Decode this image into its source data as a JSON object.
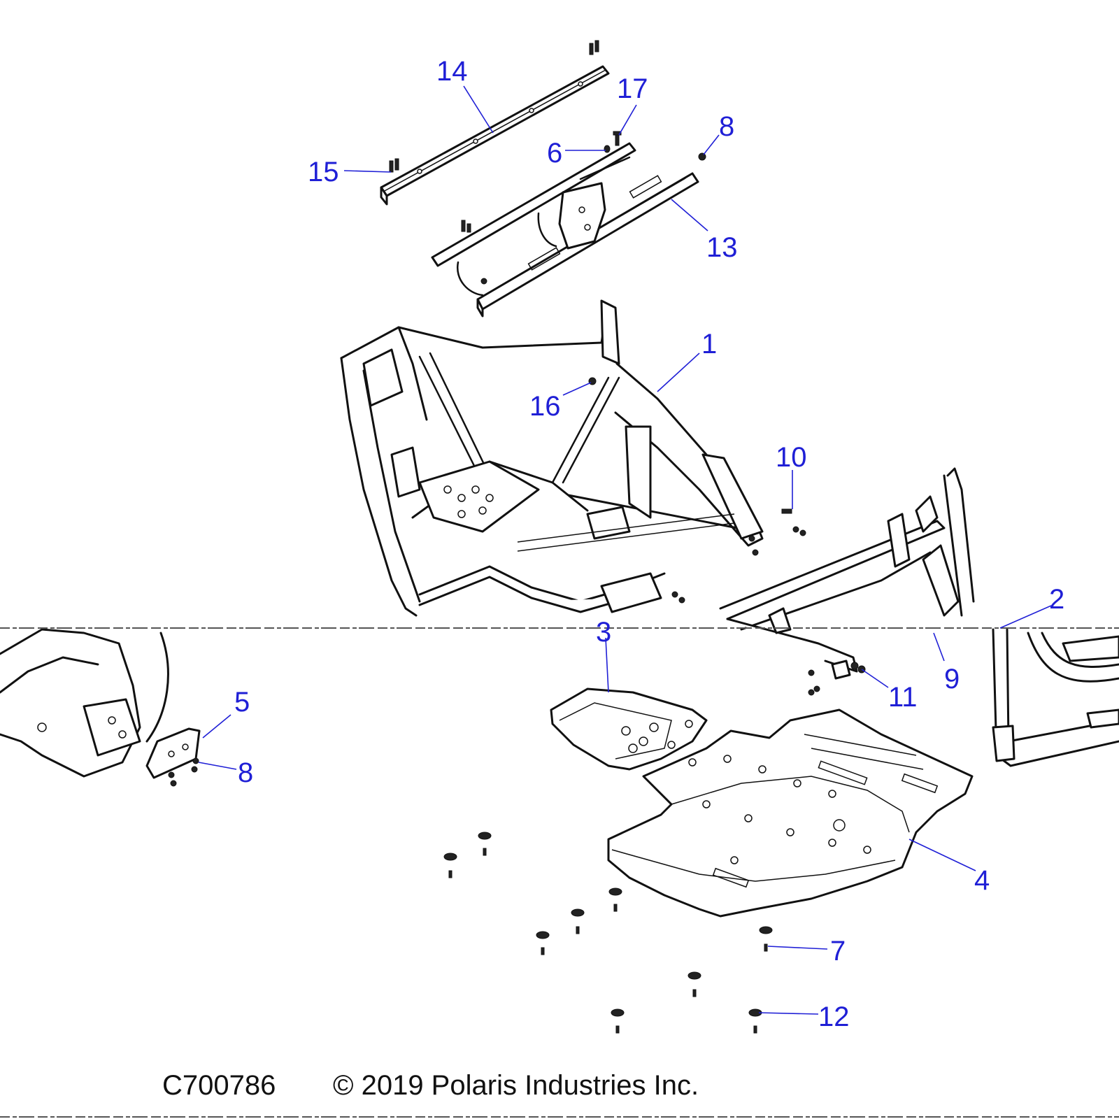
{
  "callouts": {
    "c1": "1",
    "c2": "2",
    "c3": "3",
    "c4": "4",
    "c5": "5",
    "c6": "6",
    "c7": "7",
    "c8a": "8",
    "c8b": "8",
    "c9": "9",
    "c10": "10",
    "c11": "11",
    "c12": "12",
    "c13": "13",
    "c14": "14",
    "c15": "15",
    "c16": "16",
    "c17": "17"
  },
  "footer": {
    "code": "C700786",
    "copyright": "© 2019 Polaris Industries Inc."
  },
  "colors": {
    "callout": "#1f1fd6",
    "line": "#111111",
    "background": "#ffffff"
  }
}
